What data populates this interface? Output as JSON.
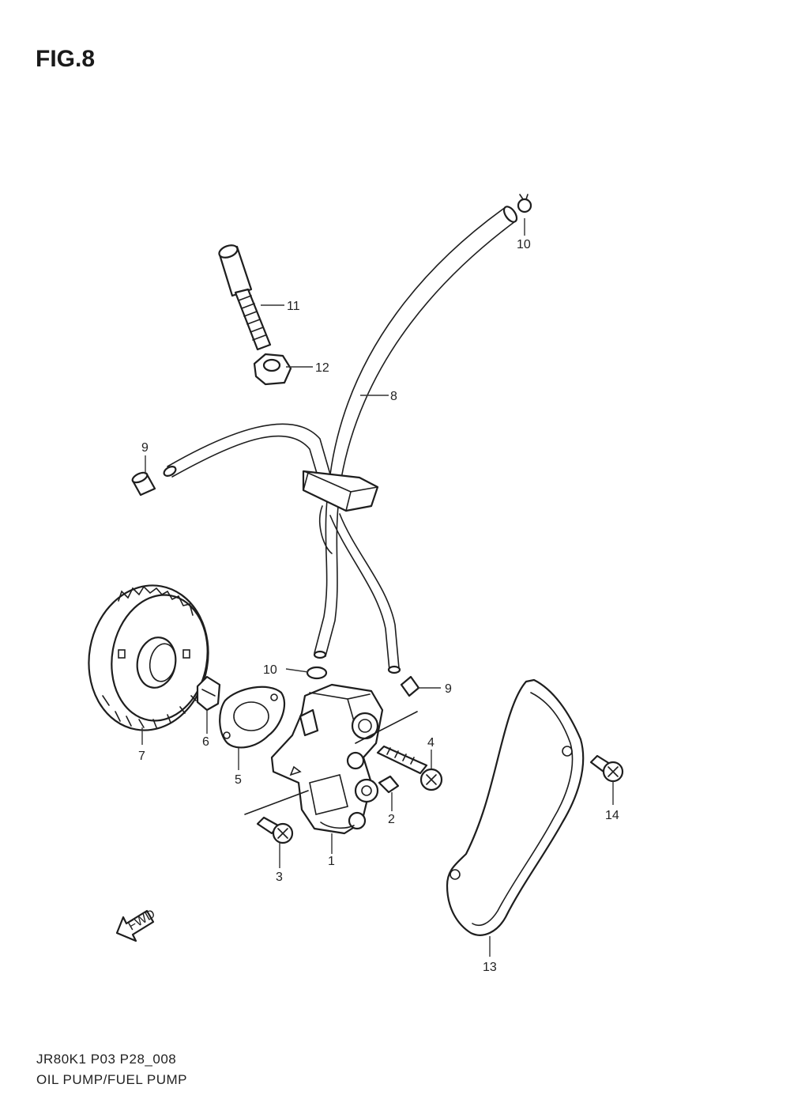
{
  "figure": {
    "title": "FIG.8"
  },
  "footer": {
    "code": "JR80K1 P03 P28_008",
    "name": "OIL PUMP/FUEL PUMP"
  },
  "fwd_arrow": {
    "label": "FWD"
  },
  "callouts": {
    "c1": "1",
    "c2": "2",
    "c3": "3",
    "c4": "4",
    "c5": "5",
    "c6": "6",
    "c7": "7",
    "c8": "8",
    "c9a": "9",
    "c9b": "9",
    "c10a": "10",
    "c10b": "10",
    "c11": "11",
    "c12": "12",
    "c13": "13",
    "c14": "14"
  }
}
